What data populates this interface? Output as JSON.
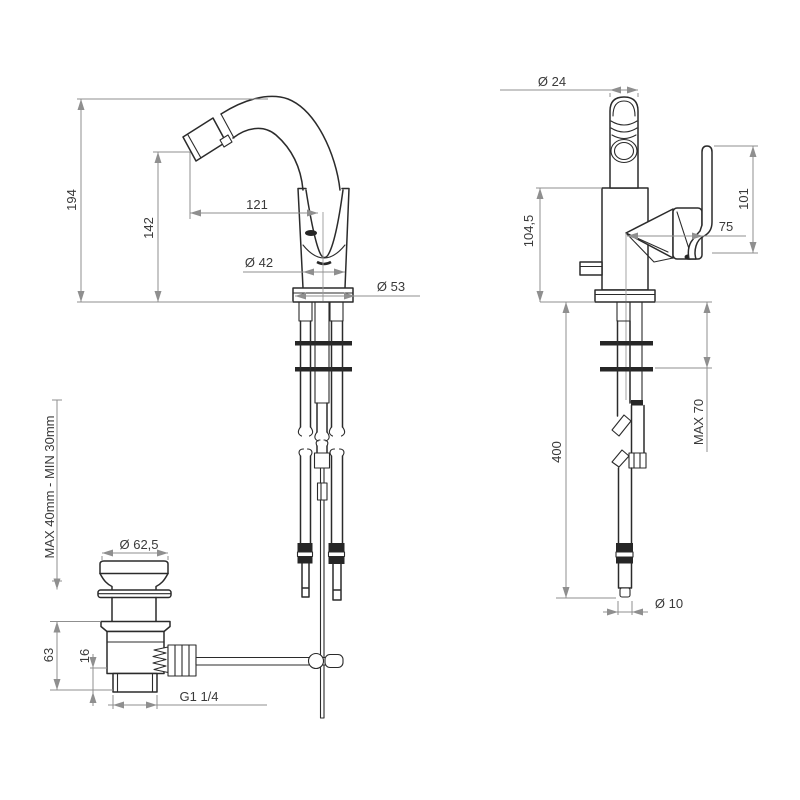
{
  "colors": {
    "background": "#ffffff",
    "ink": "#2b2b2b",
    "dim_line": "#8f8f8f",
    "text": "#3a3a3a"
  },
  "views": {
    "front": {
      "labels": {
        "total_height": "194",
        "spout_height": "142",
        "spout_reach": "121",
        "body_diameter": "Ø 42",
        "base_diameter": "Ø 53"
      }
    },
    "side": {
      "labels": {
        "spout_diameter": "Ø 24",
        "body_height": "104,5",
        "handle_height": "101",
        "handle_reach": "75",
        "max_mounting": "MAX 70",
        "hose_length": "400",
        "hose_tip_diameter": "Ø 10"
      }
    },
    "drain": {
      "labels": {
        "mounting_range": "MAX 40mm - MIN 30mm",
        "flange_diameter": "Ø 62,5",
        "under_height": "63",
        "thread_length": "16",
        "thread_size": "G1 1/4"
      }
    }
  }
}
